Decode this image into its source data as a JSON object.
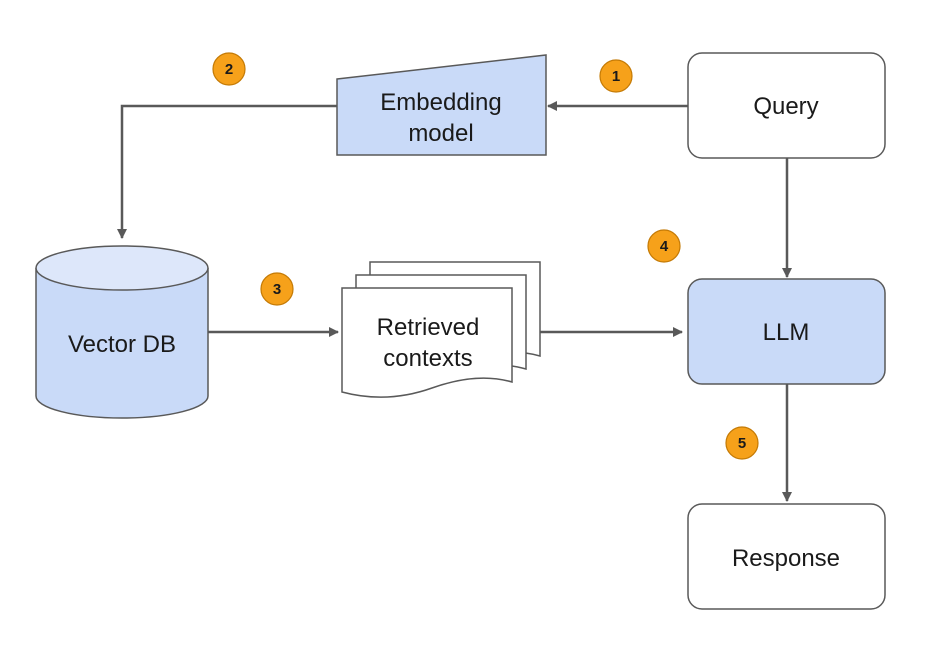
{
  "nodes": {
    "query": {
      "label": "Query"
    },
    "embedding": {
      "line1": "Embedding",
      "line2": "model"
    },
    "vector_db": {
      "label": "Vector DB"
    },
    "contexts": {
      "line1": "Retrieved",
      "line2": "contexts"
    },
    "llm": {
      "label": "LLM"
    },
    "response": {
      "label": "Response"
    }
  },
  "steps": [
    "1",
    "2",
    "3",
    "4",
    "5"
  ],
  "colors": {
    "node_fill_blue": "#c9daf8",
    "node_fill_white": "#ffffff",
    "stroke": "#595959",
    "arrow": "#595959",
    "badge_fill": "#f6a11a",
    "badge_stroke": "#c47a05"
  }
}
